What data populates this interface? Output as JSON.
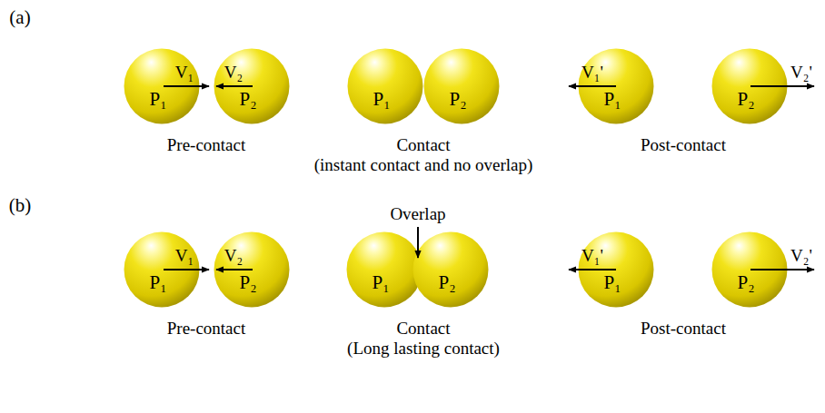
{
  "diagram": {
    "nodes": [
      {
        "text": [
          "P₁"
        ]
      },
      {
        "text": [
          "P₂"
        ]
      },
      {
        "text": [
          "P₁"
        ]
      },
      {
        "text": [
          "P₂"
        ]
      },
      {
        "text": [
          "P₁"
        ]
      },
      {
        "text": [
          "P₂"
        ]
      },
      {
        "text": [
          "P₁"
        ]
      },
      {
        "text": [
          "P₂"
        ]
      },
      {
        "text": [
          "P₁"
        ]
      },
      {
        "text": [
          "P₂"
        ]
      },
      {
        "text": [
          "P₁"
        ]
      },
      {
        "text": [
          "P₂"
        ]
      }
    ],
    "labels": [
      "(a)",
      "V₁",
      "V₂",
      "V₁'",
      "V₂'",
      "Pre-contact",
      "Contact",
      "(instant contact and no overlap)",
      "Post-contact",
      "(b)",
      "Overlap",
      "V₁",
      "V₂",
      "V₁'",
      "V₂'",
      "Pre-contact",
      "Contact",
      "(Long lasting contact)",
      "Post-contact"
    ]
  }
}
